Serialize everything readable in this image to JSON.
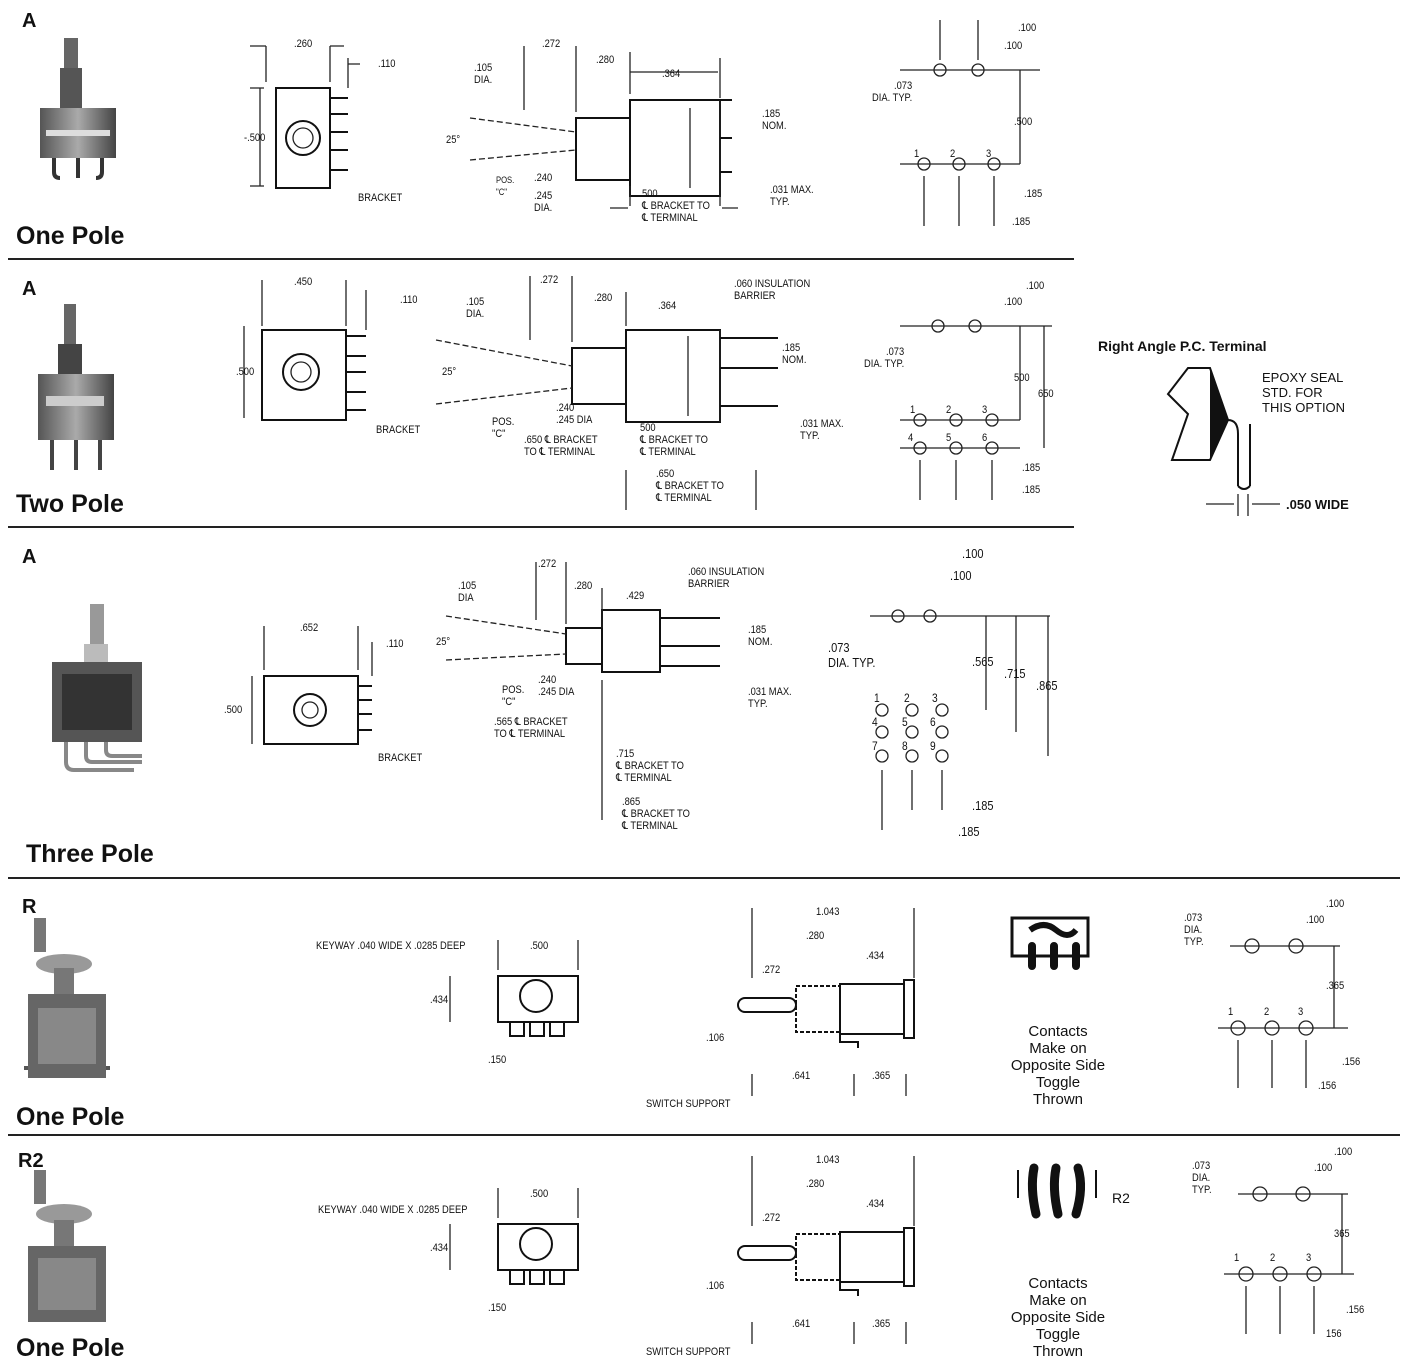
{
  "sections": [
    {
      "letter": "A",
      "pole": "One Pole"
    },
    {
      "letter": "A",
      "pole": "Two Pole"
    },
    {
      "letter": "A",
      "pole": "Three Pole"
    },
    {
      "letter": "R",
      "pole": "One Pole"
    },
    {
      "letter": "R2",
      "pole": "One Pole"
    }
  ],
  "dims_a1": {
    "w260": ".260",
    "w110": ".110",
    "h500": "-.500",
    "bracket": "BRACKET",
    "d105": ".105\nDIA.",
    "d272": ".272",
    "d280": ".280",
    "d364": ".364",
    "a25": "25°",
    "pos_c": "POS.\n\"C\"",
    "d240": ".240",
    "d245": ".245\nDIA.",
    "d185": ".185\nNOM.",
    "d031": ".031 MAX.\nTYP.",
    "d500b": "500\n℄ BRACKET TO\n℄ TERMINAL",
    "p100a": ".100",
    "p100b": ".100",
    "p073": ".073\nDIA. TYP.",
    "p500": ".500",
    "n1": "1",
    "n2": "2",
    "n3": "3",
    "p185a": ".185",
    "p185b": ".185"
  },
  "dims_a2": {
    "w450": ".450",
    "w110": ".110",
    "h500": ".500",
    "bracket": "BRACKET",
    "d105": ".105\nDIA.",
    "d272": ".272",
    "d280": ".280",
    "d364": ".364",
    "d060": ".060 INSULATION\nBARRIER",
    "a25": "25°",
    "pos_c": "POS.\n\"C\"",
    "d240": ".240\n.245 DIA",
    "d650": ".650 ℄ BRACKET\nTO ℄ TERMINAL",
    "d500b": "500\n℄ BRACKET TO\n℄ TERMINAL",
    "d185": ".185\nNOM.",
    "d031": ".031 MAX.\nTYP.",
    "d650b": ".650\n℄ BRACKET TO\n℄ TERMINAL",
    "p100a": ".100",
    "p100b": ".100",
    "p073": ".073\nDIA. TYP.",
    "p500": "500",
    "p650": "650",
    "n1": "1",
    "n2": "2",
    "n3": "3",
    "n4": "4",
    "n5": "5",
    "n6": "6",
    "p185a": ".185",
    "p185b": ".185"
  },
  "right_angle": {
    "title": "Right Angle P.C. Terminal",
    "epoxy": "EPOXY SEAL\nSTD. FOR\nTHIS OPTION",
    "wide": ".050 WIDE"
  },
  "dims_a3": {
    "w652": ".652",
    "w110": ".110",
    "h500": ".500",
    "bracket": "BRACKET",
    "d105": ".105\nDIA",
    "d272": ".272",
    "d280": ".280",
    "d429": ".429",
    "d060": ".060 INSULATION\nBARRIER",
    "a25": "25°",
    "pos_c": "POS.\n\"C\"",
    "d240": ".240\n.245 DIA",
    "d565": ".565 ℄ BRACKET\nTO ℄ TERMINAL",
    "d715": ".715\n℄ BRACKET TO\n℄ TERMINAL",
    "d865": ".865\n℄ BRACKET TO\n℄ TERMINAL",
    "d185": ".185\nNOM.",
    "d031": ".031 MAX.\nTYP.",
    "p100a": ".100",
    "p100b": ".100",
    "p073": ".073\nDIA. TYP.",
    "p565": ".565",
    "p715": ".715",
    "p865": ".865",
    "n1": "1",
    "n2": "2",
    "n3": "3",
    "n4": "4",
    "n5": "5",
    "n6": "6",
    "n7": "7",
    "n8": "8",
    "n9": "9",
    "p185a": ".185",
    "p185b": ".185"
  },
  "dims_r": {
    "keyway": "KEYWAY .040 WIDE X .0285 DEEP",
    "w500": ".500",
    "h434": ".434",
    "d150": ".150",
    "d1043": "1.043",
    "d280": ".280",
    "d434": ".434",
    "d272": ".272",
    "d106": ".106",
    "d641": ".641",
    "d365": ".365",
    "support": "SWITCH SUPPORT",
    "contacts": "Contacts\nMake on\nOpposite Side\nToggle\nThrown",
    "p100a": ".100",
    "p100b": ".100",
    "p073": ".073\nDIA.\nTYP.",
    "p365": ".365",
    "n1": "1",
    "n2": "2",
    "n3": "3",
    "p156a": ".156",
    "p156b": ".156"
  },
  "dims_r2": {
    "keyway": "KEYWAY .040 WIDE X .0285 DEEP",
    "w500": ".500",
    "h434": ".434",
    "d150": ".150",
    "d1043": "1.043",
    "d280": ".280",
    "d434": ".434",
    "d272": ".272",
    "d106": ".106",
    "d641": ".641",
    "d365": ".365",
    "support": "SWITCH SUPPORT",
    "r2tag": "R2",
    "contacts": "Contacts\nMake on\nOpposite Side\nToggle\nThrown",
    "p100a": ".100",
    "p100b": ".100",
    "p073": ".073\nDIA.\nTYP.",
    "p365": "365",
    "n1": "1",
    "n2": "2",
    "n3": "3",
    "p156a": ".156",
    "p156b": "156"
  }
}
